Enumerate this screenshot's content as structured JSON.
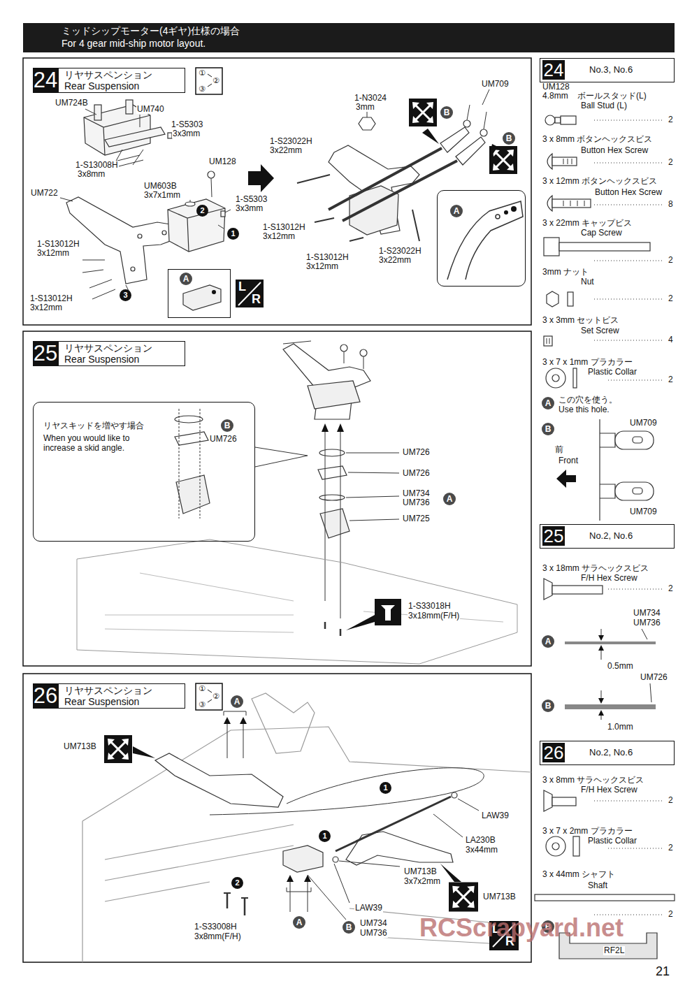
{
  "diagram": {
    "nodes": [
      {
        "text": [
          "ミッドシップモーター(4ギヤ)仕様の場合",
          "For 4 gear mid-ship motor layout."
        ]
      },
      {
        "text": [
          "24"
        ]
      },
      {
        "text": [
          "リヤサスペンション",
          "Rear Suspension"
        ]
      },
      {
        "text": [
          "A"
        ]
      },
      {
        "text": [
          "A"
        ]
      },
      {
        "text": [
          "25"
        ]
      },
      {
        "text": [
          "リヤサスペンション",
          "Rear Suspension"
        ]
      },
      {
        "text": [
          "リヤスキッドを増やす場合",
          "When you would like to increase a skid angle.",
          "B",
          "UM726"
        ]
      },
      {
        "text": [
          "26"
        ]
      },
      {
        "text": [
          "リヤサスペンション",
          "Rear Suspension"
        ]
      },
      {
        "text": [
          "24",
          "No.3, No.6"
        ]
      },
      {
        "text": [
          "25",
          "No.2, No.6"
        ]
      },
      {
        "text": [
          "26",
          "No.2, No.6"
        ]
      }
    ],
    "labels": [
      "①",
      "②",
      "③",
      "UM724B",
      "UM740",
      "1-S5303",
      "3x3mm",
      "1-S13008H",
      "3x8mm",
      "UM128",
      "UM603B",
      "3x7x1mm",
      "1-S5303",
      "3x3mm",
      "UM722",
      "2",
      "1",
      "3",
      "1-S13012H",
      "3x12mm",
      "1-S13012H",
      "3x12mm",
      "L",
      "R",
      "1-N3024",
      "3mm",
      "B",
      "UM709",
      "B",
      "1-S23022H",
      "3x22mm",
      "1-S13012H",
      "3x12mm",
      "1-S13012H",
      "3x12mm",
      "1-S23022H",
      "3x22mm",
      "UM726",
      "UM726",
      "UM734",
      "UM736",
      "A",
      "UM725",
      "1-S33018H",
      "3x18mm(F/H)",
      "①",
      "②",
      "③",
      "A",
      "UM713B",
      "1",
      "1",
      "LAW39",
      "LA230B",
      "3x44mm",
      "UM713B",
      "3x7x2mm",
      "UM713B",
      "LAW39",
      "B",
      "UM734",
      "UM736",
      "2",
      "1-S33008H",
      "3x8mm(F/H)",
      "A",
      "L",
      "R",
      "UM128",
      "4.8mm",
      "ボールスタッド(L)",
      "Ball Stud (L)",
      "2",
      "3 x 8mm ボタンヘックスビス",
      "Button Hex Screw",
      "2",
      "3 x 12mm ボタンヘックスビス",
      "Button Hex Screw",
      "8",
      "3 x 22mm キャップビス",
      "Cap Screw",
      "2",
      "3mm ナット",
      "Nut",
      "2",
      "3 x 3mm セットビス",
      "Set Screw",
      "4",
      "3 x 7 x 1mm プラカラー",
      "Plastic Collar",
      "2",
      "A",
      "この穴を使う。",
      "Use this hole.",
      "B",
      "UM709",
      "前",
      "Front",
      "UM709",
      "3 x 18mm サラヘックスビス",
      "F/H Hex Screw",
      "2",
      "UM734",
      "UM736",
      "A",
      "0.5mm",
      "UM726",
      "B",
      "1.0mm",
      "3 x 8mm サラヘックスビス",
      "F/H Hex Screw",
      "2",
      "3 x 7 x 2mm プラカラー",
      "Plastic Collar",
      "2",
      "3 x 44mm シャフト",
      "Shaft",
      "2",
      "B",
      "RF2L",
      "21",
      "RCScrapyard.net"
    ]
  }
}
